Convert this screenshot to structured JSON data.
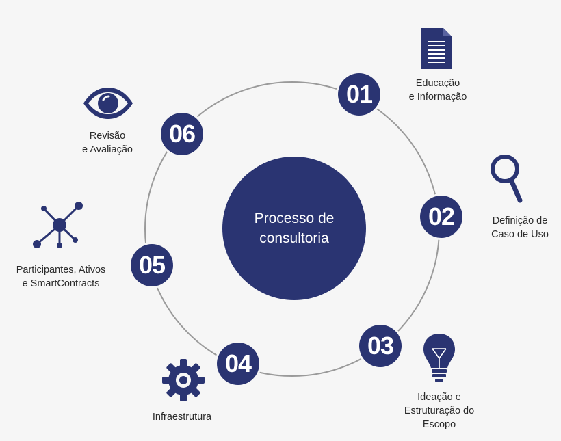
{
  "colors": {
    "navy": "#2a3472",
    "ring": "#9a9a9a",
    "text": "#2b2b2b",
    "background": "#f6f6f6"
  },
  "center": {
    "line1": "Processo de",
    "line2": "consultoria"
  },
  "steps": [
    {
      "number": "01",
      "line1": "Educação",
      "line2": "e Informação",
      "line3": "",
      "icon": "document-icon"
    },
    {
      "number": "02",
      "line1": "Definição de",
      "line2": "Caso de Uso",
      "line3": "",
      "icon": "magnifier-icon"
    },
    {
      "number": "03",
      "line1": "Ideação e",
      "line2": "Estruturação do",
      "line3": "Escopo",
      "icon": "lightbulb-icon"
    },
    {
      "number": "04",
      "line1": "Infraestrutura",
      "line2": "",
      "line3": "",
      "icon": "gear-icon"
    },
    {
      "number": "05",
      "line1": "Participantes, Ativos",
      "line2": "e SmartContracts",
      "line3": "",
      "icon": "network-icon"
    },
    {
      "number": "06",
      "line1": "Revisão",
      "line2": "e Avaliação",
      "line3": "",
      "icon": "eye-icon"
    }
  ]
}
